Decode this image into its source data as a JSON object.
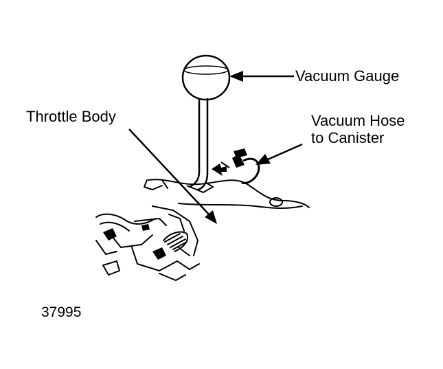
{
  "labels": {
    "vacuum_gauge": "Vacuum Gauge",
    "throttle_body": "Throttle Body",
    "vacuum_hose_line1": "Vacuum Hose",
    "vacuum_hose_line2": "to Canister",
    "figure_number": "37995"
  },
  "colors": {
    "ink": "#000000",
    "background": "#ffffff"
  }
}
